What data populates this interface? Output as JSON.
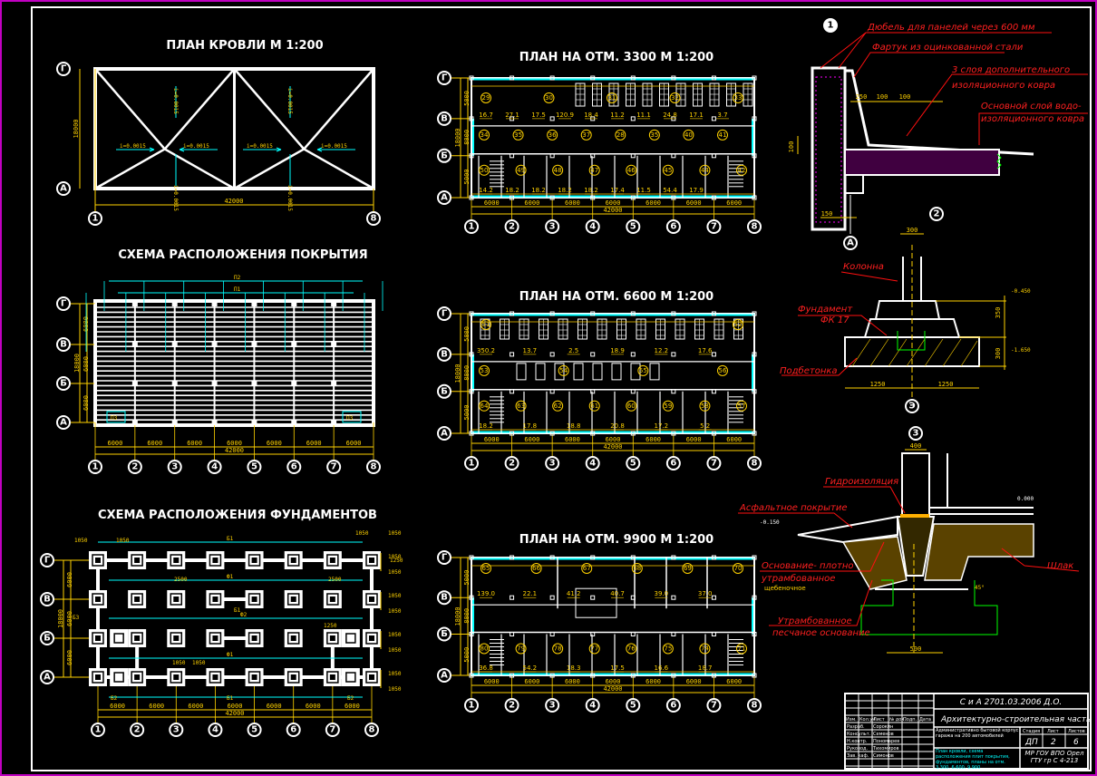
{
  "colors": {
    "background": "#000000",
    "lines": "#ffffff",
    "dimensions": "#ffd200",
    "accent_cyan": "#00ffff",
    "callouts": "#ff1010",
    "green": "#00ff00",
    "hatch": "#ff00ff"
  },
  "axes": {
    "rows": [
      "Г",
      "В",
      "Б",
      "А"
    ],
    "cols": [
      "1",
      "2",
      "3",
      "4",
      "5",
      "6",
      "7",
      "8"
    ]
  },
  "roof_plan": {
    "title": "ПЛАН КРОВЛИ М 1:200",
    "overall_dim": "42000",
    "side_dim": "18000",
    "slopes": [
      "i=0.0015",
      "i=0.0015",
      "i=0.0015",
      "i=0.0015",
      "i=0.0015",
      "i=0.0015",
      "i=0.0015",
      "i=0.0015"
    ]
  },
  "covering_scheme": {
    "title": "СХЕМА РАСПОЛОЖЕНИЯ ПОКРЫТИЯ",
    "labels": [
      "П2",
      "П1",
      "П3",
      "П3"
    ],
    "bay_dims": [
      "6000",
      "6000",
      "6000",
      "6000",
      "6000",
      "6000",
      "6000"
    ],
    "overall_dim": "42000",
    "side_dims": [
      "6000",
      "6000",
      "6000"
    ],
    "side_total": "18000"
  },
  "foundation_scheme": {
    "title": "СХЕМА РАСПОЛОЖЕНИЯ ФУНДАМЕНТОВ",
    "beams": [
      "Б1",
      "Ф1",
      "Ф2",
      "Ф1",
      "Б1",
      "Б2",
      "Б2",
      "Б1",
      "Б3"
    ],
    "dims": [
      "1050",
      "1050",
      "1050",
      "1050",
      "2500",
      "2500",
      "1250",
      "1250",
      "1050",
      "1050"
    ],
    "bay_dims": [
      "6000",
      "6000",
      "6000",
      "6000",
      "6000",
      "6000",
      "6000"
    ],
    "overall_dim": "42000",
    "side_dims": [
      "6000",
      "6000",
      "6000"
    ],
    "side_total": "18000"
  },
  "plan_3300": {
    "title": "ПЛАН НА ОТМ. 3300 М 1:200",
    "rooms_top": [
      "29",
      "30",
      "31",
      "32",
      "33"
    ],
    "rooms_mid": [
      "34",
      "35",
      "36",
      "37",
      "28",
      "35",
      "40",
      "41"
    ],
    "rooms_bottom": [
      "50",
      "49",
      "48",
      "47",
      "46",
      "45",
      "44",
      "42"
    ],
    "areas": [
      "16.7",
      "27.1",
      "17.5",
      "120.9",
      "18.4",
      "11.2",
      "11.1",
      "24.8",
      "17.1",
      "3.7",
      "14.2",
      "18.2",
      "18.2",
      "18.2",
      "18.2",
      "17.4",
      "11.5",
      "54.4",
      "17.9"
    ],
    "bay_dims": [
      "6000",
      "6000",
      "6000",
      "6000",
      "6000",
      "6000",
      "6000"
    ],
    "overall_dim": "42000",
    "side_dims": [
      "5000",
      "8000",
      "5000"
    ],
    "side_total": "18000"
  },
  "plan_6600": {
    "title": "ПЛАН НА ОТМ. 6600 М 1:200",
    "rooms_top": [
      "51",
      "52"
    ],
    "rooms_mid": [
      "53",
      "54",
      "55",
      "56"
    ],
    "rooms_bottom": [
      "64",
      "63",
      "62",
      "61",
      "60",
      "59",
      "58",
      "57"
    ],
    "areas": [
      "350.2",
      "13.7",
      "2.5",
      "18.9",
      "12.2",
      "17.6",
      "18.2",
      "17.8",
      "18.8",
      "20.8",
      "17.2",
      "5.2"
    ],
    "bay_dims": [
      "6000",
      "6000",
      "6000",
      "6000",
      "6000",
      "6000",
      "6000"
    ],
    "overall_dim": "42000",
    "side_dims": [
      "5000",
      "8000",
      "5000"
    ],
    "side_total": "18000"
  },
  "plan_9900": {
    "title": "ПЛАН НА ОТМ. 9900 М 1:200",
    "rooms_top": [
      "65",
      "66",
      "67",
      "68",
      "69",
      "70"
    ],
    "rooms_bottom": [
      "80",
      "79",
      "78",
      "77",
      "76",
      "75",
      "74",
      "71"
    ],
    "areas": [
      "139.0",
      "22.1",
      "41.2",
      "40.7",
      "39.0",
      "37.0",
      "36.8",
      "54.2",
      "18.3",
      "17.5",
      "16.6",
      "18.7"
    ],
    "bay_dims": [
      "6000",
      "6000",
      "6000",
      "6000",
      "6000",
      "6000",
      "6000"
    ],
    "overall_dim": "42000",
    "side_dims": [
      "5000",
      "8000",
      "5000"
    ],
    "side_total": "18000"
  },
  "detail_1": {
    "marker": "1",
    "callouts": [
      "Дюбель для панелей через 600 мм",
      "Фартук из оцинкованной стали",
      "3 слоя дополнительного",
      "изоляционного ковра",
      "Основной слой водо-",
      "изоляционного ковра"
    ],
    "dims": [
      "250",
      "100",
      "100",
      "150",
      "100"
    ],
    "axis": "А"
  },
  "detail_2": {
    "marker": "2",
    "callouts": [
      "Колонна",
      "Фундамент",
      "ФК 17",
      "Подбетонка"
    ],
    "dims": [
      "300",
      "1250",
      "1250",
      "350",
      "300"
    ],
    "levels": [
      "-0.450",
      "-1.650"
    ],
    "axis": "Э"
  },
  "detail_3": {
    "marker": "3",
    "callouts": [
      "Гидроизоляция",
      "Асфальтное покрытие",
      "Основание- плотно",
      "утрамбованное",
      "щебеночное",
      "Утрамбованное",
      "песчаное основание",
      "Шлак"
    ],
    "dims": [
      "400",
      "500",
      "45°"
    ],
    "levels": [
      "0.000",
      "-0.150"
    ]
  },
  "title_block": {
    "code": "С и А 2701.03.2006 Д.О.",
    "section": "Архитектурно-строительная часть",
    "building": "Административно бытовой корпус гаража на 200 автомобилей",
    "sheet_content": "План кровли, схема расположения плит покрытия, фундаментов, планы на отм. 3.300, 6.600, 9.900",
    "headers": [
      "Изм.",
      "Кол.уч",
      "Лист",
      "№ док.",
      "Подп.",
      "Дата"
    ],
    "roles": [
      "Разраб.",
      "Консульт.",
      "Н.контр.",
      "Руковод.",
      "Зав. каф."
    ],
    "names": [
      "Сорокин",
      "Семенов",
      "Пономарев",
      "Тихомиров",
      "Симонов"
    ],
    "stage_headers": [
      "Стадия",
      "Лист",
      "Листов"
    ],
    "stage_values": [
      "ДП",
      "2",
      "6"
    ],
    "org": "МР ГОУ ВПО Орел ГТУ гр С 4-213"
  }
}
